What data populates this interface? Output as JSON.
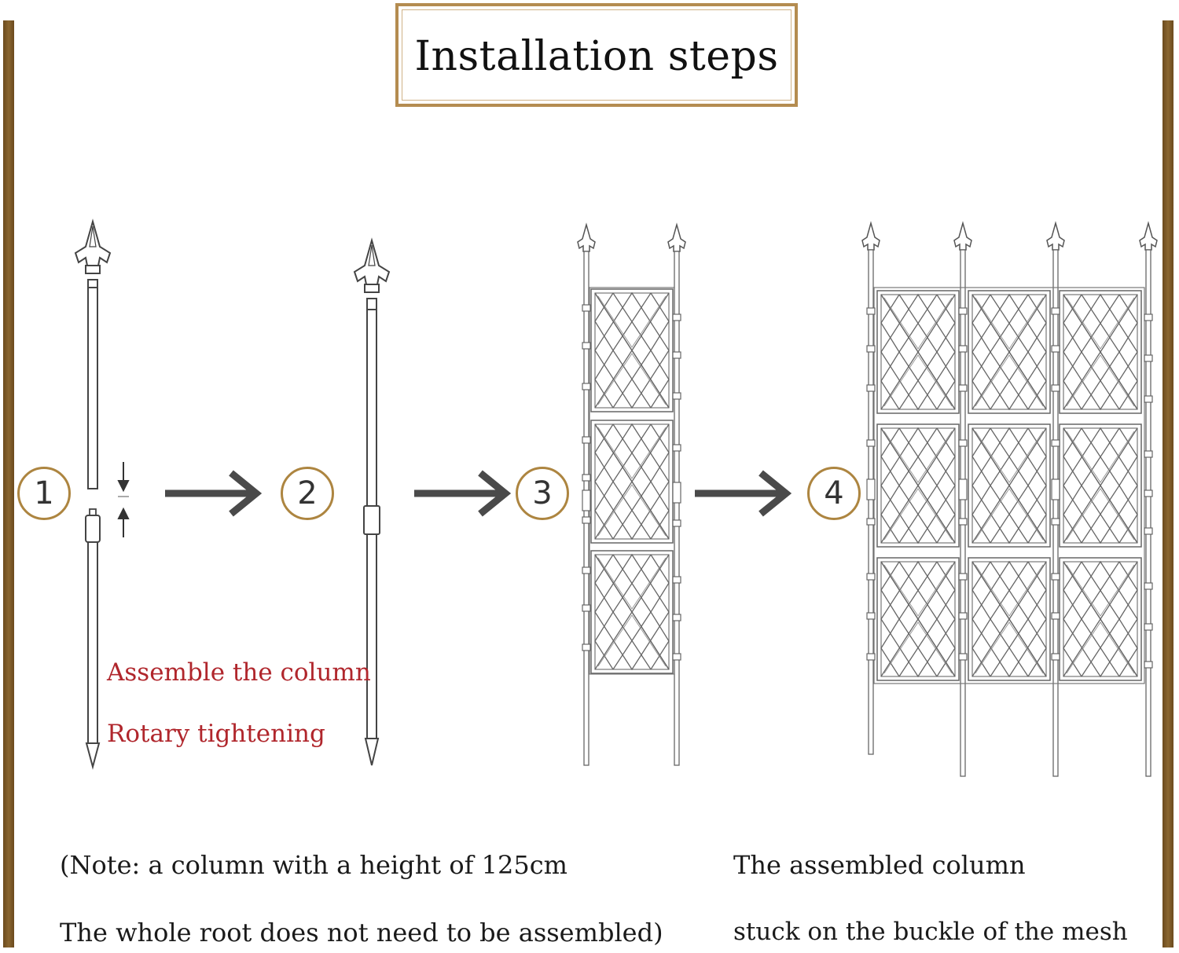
{
  "title": "Installation steps",
  "steps": [
    "1",
    "2",
    "3",
    "4"
  ],
  "labels": {
    "assemble": "Assemble the column",
    "rotary": "Rotary tightening"
  },
  "notes": {
    "left_line1": "(Note: a column with a height of 125cm",
    "left_line2": "The whole root does not need to be assembled)",
    "right_line1": "The assembled column",
    "right_line2": "stuck on the buckle of the mesh"
  },
  "colors": {
    "frame_bar": "#7a5526",
    "accent": "#ad8540",
    "label_red": "#b0262c",
    "arrow": "#4a4a4a",
    "line_art": "#555555"
  },
  "icons": [
    "spear-column-icon",
    "arrow-right-icon",
    "trellis-panel-icon"
  ]
}
